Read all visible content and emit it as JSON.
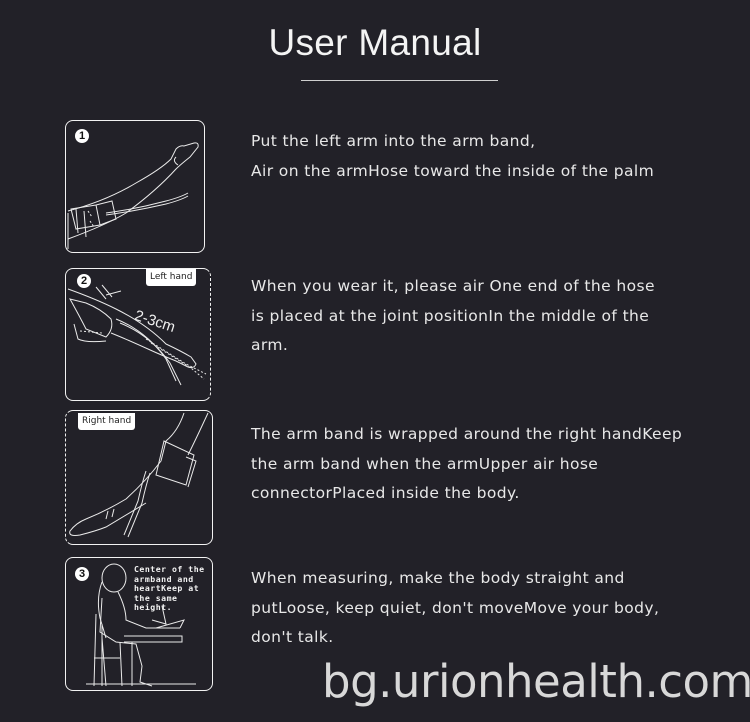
{
  "header": {
    "title": "User Manual"
  },
  "steps": [
    {
      "badge": "1",
      "hand_label": "",
      "illustration": "left-arm-in-cuff",
      "lines": [
        "Put the left arm into the arm band,",
        "Air on the armHose toward the inside of the palm"
      ]
    },
    {
      "badge": "2",
      "hand_label": "Left hand",
      "distance_label": "2-3cm",
      "illustration": "left-arm-cuff-position",
      "lines": [
        "When you wear it, please air One end of the hose",
        "is placed at the joint positionIn the middle of the",
        "arm."
      ]
    },
    {
      "badge": "",
      "hand_label": "Right hand",
      "illustration": "right-arm-cuff",
      "lines": [
        "The arm band is wrapped around the right handKeep",
        "the arm band when the armUpper air hose",
        "connectorPlaced inside the body."
      ]
    },
    {
      "badge": "3",
      "hand_label": "",
      "illustration": "seated-measurement-posture",
      "caption_lines": [
        "Center of the",
        "armband and",
        "heartKeep at",
        "the same height."
      ],
      "lines": [
        "When measuring, make the body straight and",
        "putLoose, keep quiet, don't moveMove your body,",
        "don't talk."
      ]
    }
  ],
  "footer": {
    "watermark": "bg.urionhealth.com"
  },
  "colors": {
    "background": "#222128",
    "text": "#e8e8e8",
    "line_art": "#f2f2f2"
  }
}
